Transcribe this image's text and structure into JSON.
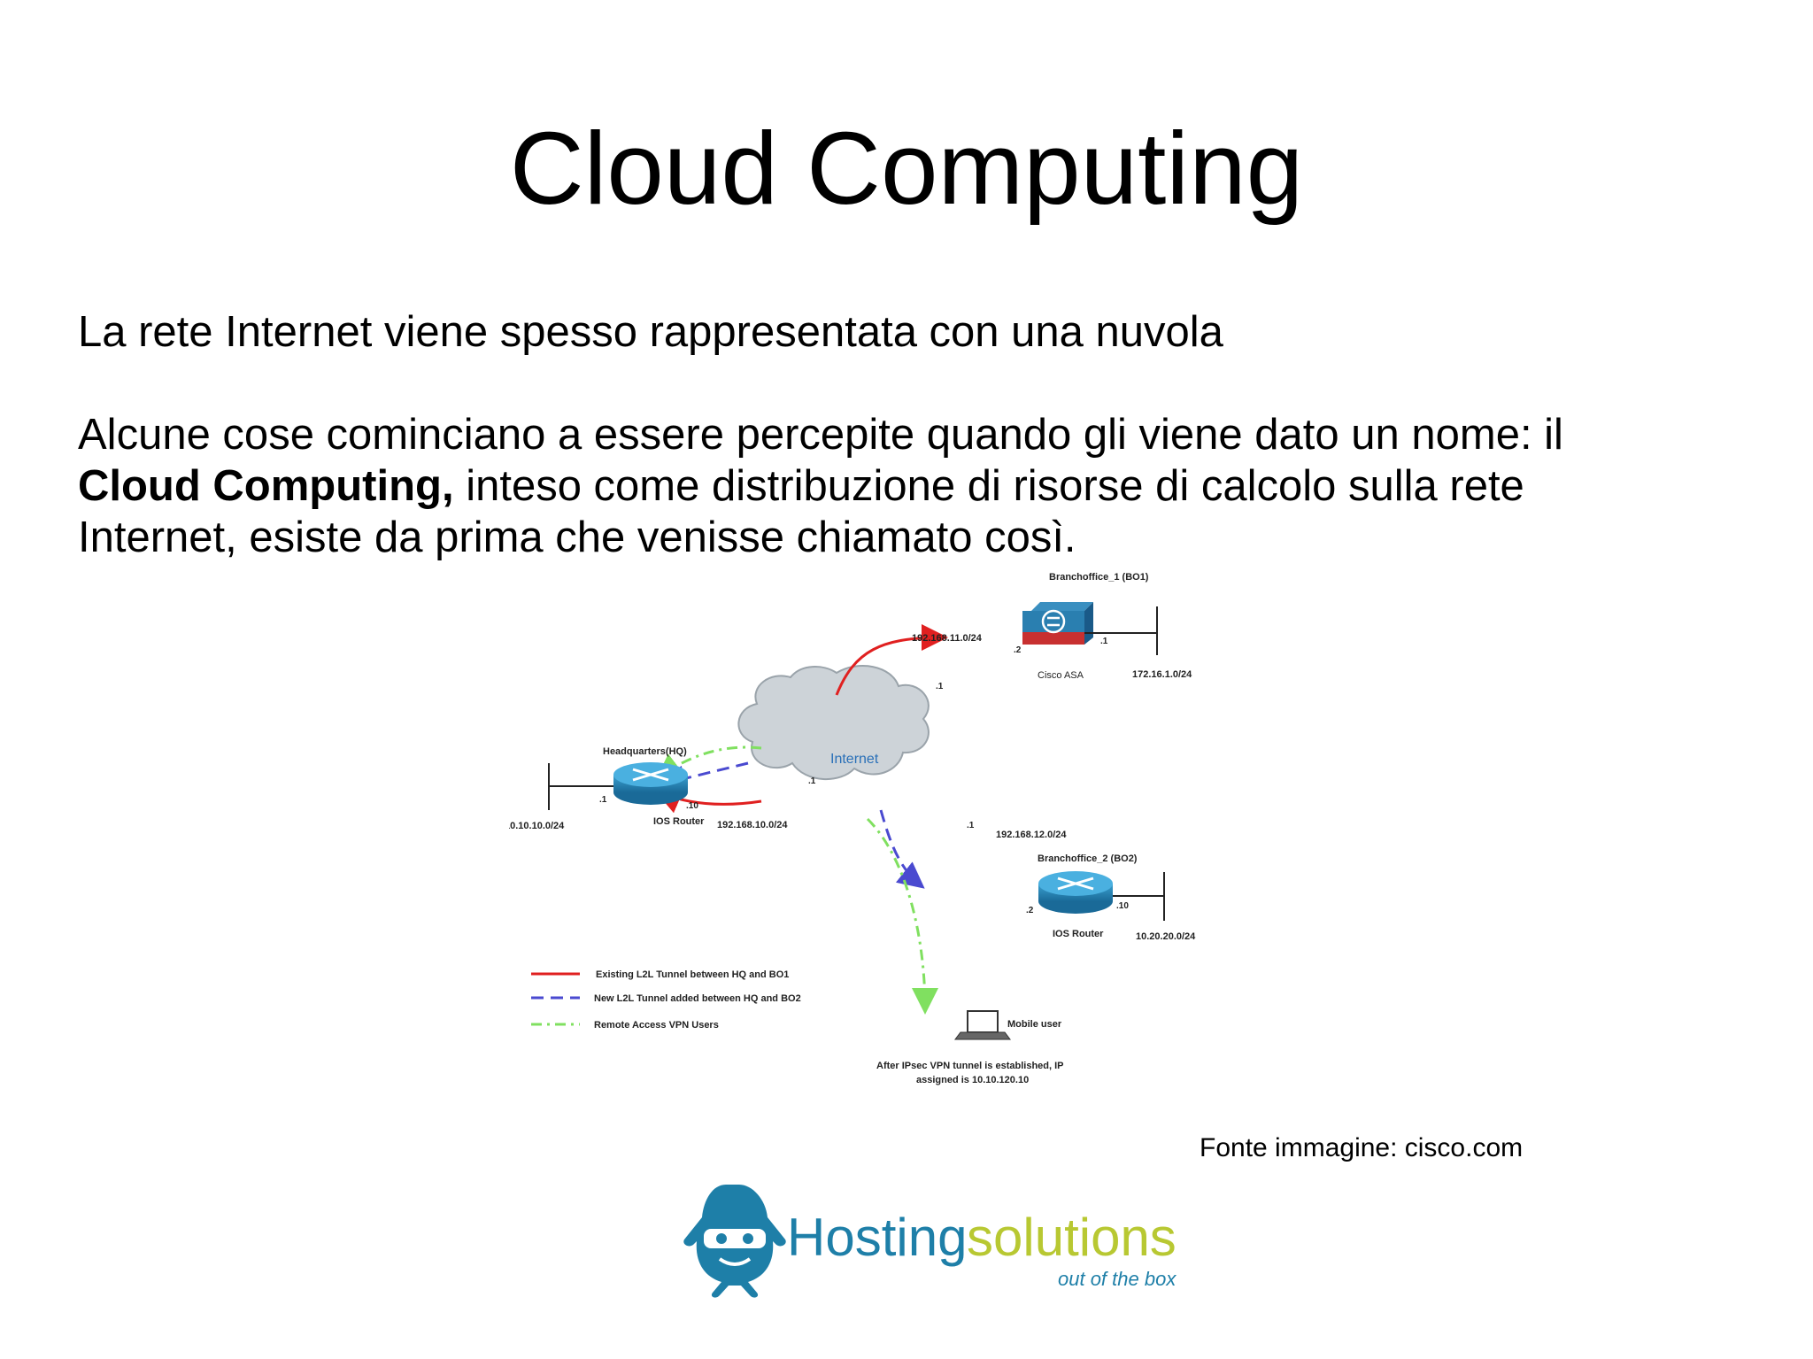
{
  "slide": {
    "title": "Cloud Computing",
    "paragraph1": "La rete Internet viene spesso rappresentata con una nuvola",
    "paragraph2": {
      "line1": "Alcune cose cominciano a essere percepite quando gli viene dato un nome: il",
      "bold": "Cloud Computing,",
      "rest": " inteso come distribuzione di risorse di calcolo sulla rete",
      "line3": "Internet, esiste da prima che venisse chiamato così."
    },
    "caption": "Fonte immagine: cisco.com"
  },
  "diagram": {
    "bo1": {
      "title": "Branchoffice_1 (BO1)",
      "device": "Cisco ASA",
      "subnet": "172.16.1.0/24",
      "link_net": "192.168.11.0/24",
      "if_inside": ".1",
      "if_outside": ".2"
    },
    "hq": {
      "title": "Headquarters(HQ)",
      "device": "IOS Router",
      "subnet": "10.10.10.0/24",
      "link_net": "192.168.10.0/24",
      "if_inside": ".1",
      "if_outside": ".10"
    },
    "bo2": {
      "title": "Branchoffice_2 (BO2)",
      "device": "IOS Router",
      "subnet": "10.20.20.0/24",
      "link_net": "192.168.12.0/24",
      "if_inside": ".10",
      "if_outside": ".2"
    },
    "internet": {
      "label": "Internet",
      "if_bo1": ".1",
      "if_hq": ".1",
      "if_bo2": ".1"
    },
    "mobile": {
      "label": "Mobile user",
      "note_line1": "After IPsec VPN tunnel is established, IP",
      "note_line2": "assigned is 10.10.120.10"
    },
    "legend": [
      {
        "label": "Existing L2L Tunnel between HQ and BO1",
        "color": "#e02020",
        "style": "solid"
      },
      {
        "label": "New L2L Tunnel added between HQ and BO2",
        "color": "#4a4ad0",
        "style": "dashed"
      },
      {
        "label": "Remote Access VPN Users",
        "color": "#80e060",
        "style": "dashdot"
      }
    ]
  },
  "logo": {
    "word1": "Hosting",
    "word2": "solutions",
    "tagline": "out of the box",
    "colors": {
      "primary": "#1e7fa8",
      "accent": "#b8c832"
    }
  }
}
